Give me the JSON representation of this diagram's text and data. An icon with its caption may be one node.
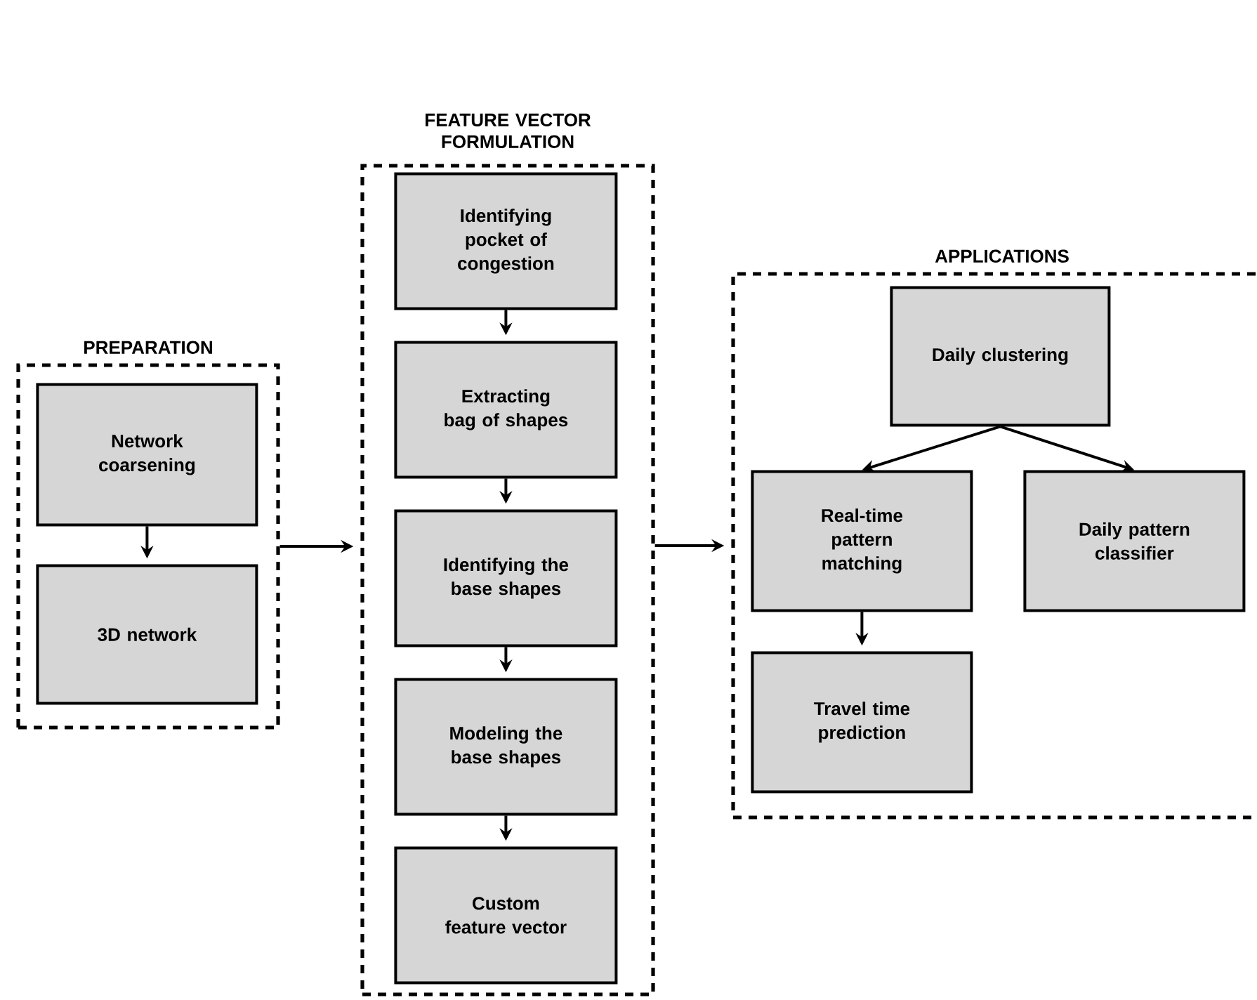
{
  "diagram": {
    "nodes": [
      {
        "text": [
          "PREPARATION"
        ]
      },
      {
        "text": [
          "Network coarsening"
        ],
        "in": 0
      },
      {
        "text": [
          "3D network"
        ],
        "in": 0
      },
      {
        "text": [
          "FEATURE VECTOR FORMULATION"
        ]
      },
      {
        "text": [
          "Identifying pocket of congestion"
        ],
        "in": 3
      },
      {
        "text": [
          "Extracting bag of shapes"
        ],
        "in": 3
      },
      {
        "text": [
          "Identifying the base shapes"
        ],
        "in": 3
      },
      {
        "text": [
          "Modeling the base shapes"
        ],
        "in": 3
      },
      {
        "text": [
          "Custom feature vector"
        ],
        "in": 3
      },
      {
        "text": [
          "APPLICATIONS"
        ]
      },
      {
        "text": [
          "Daily clustering"
        ],
        "in": 9
      },
      {
        "text": [
          "Real-time pattern matching"
        ],
        "in": 9
      },
      {
        "text": [
          "Daily pattern classifier"
        ],
        "in": 9
      },
      {
        "text": [
          "Travel time prediction"
        ],
        "in": 9
      }
    ],
    "edges": [
      {
        "from": 1,
        "to": 2,
        "arrow": "to"
      },
      {
        "from": 0,
        "to": 3,
        "arrow": "to"
      },
      {
        "from": 4,
        "to": 5,
        "arrow": "to"
      },
      {
        "from": 5,
        "to": 6,
        "arrow": "to"
      },
      {
        "from": 6,
        "to": 7,
        "arrow": "to"
      },
      {
        "from": 7,
        "to": 8,
        "arrow": "to"
      },
      {
        "from": 3,
        "to": 9,
        "arrow": "to"
      },
      {
        "from": 10,
        "to": 11,
        "arrow": "to"
      },
      {
        "from": 10,
        "to": 12,
        "arrow": "to"
      },
      {
        "from": 11,
        "to": 13,
        "arrow": "to"
      }
    ]
  }
}
